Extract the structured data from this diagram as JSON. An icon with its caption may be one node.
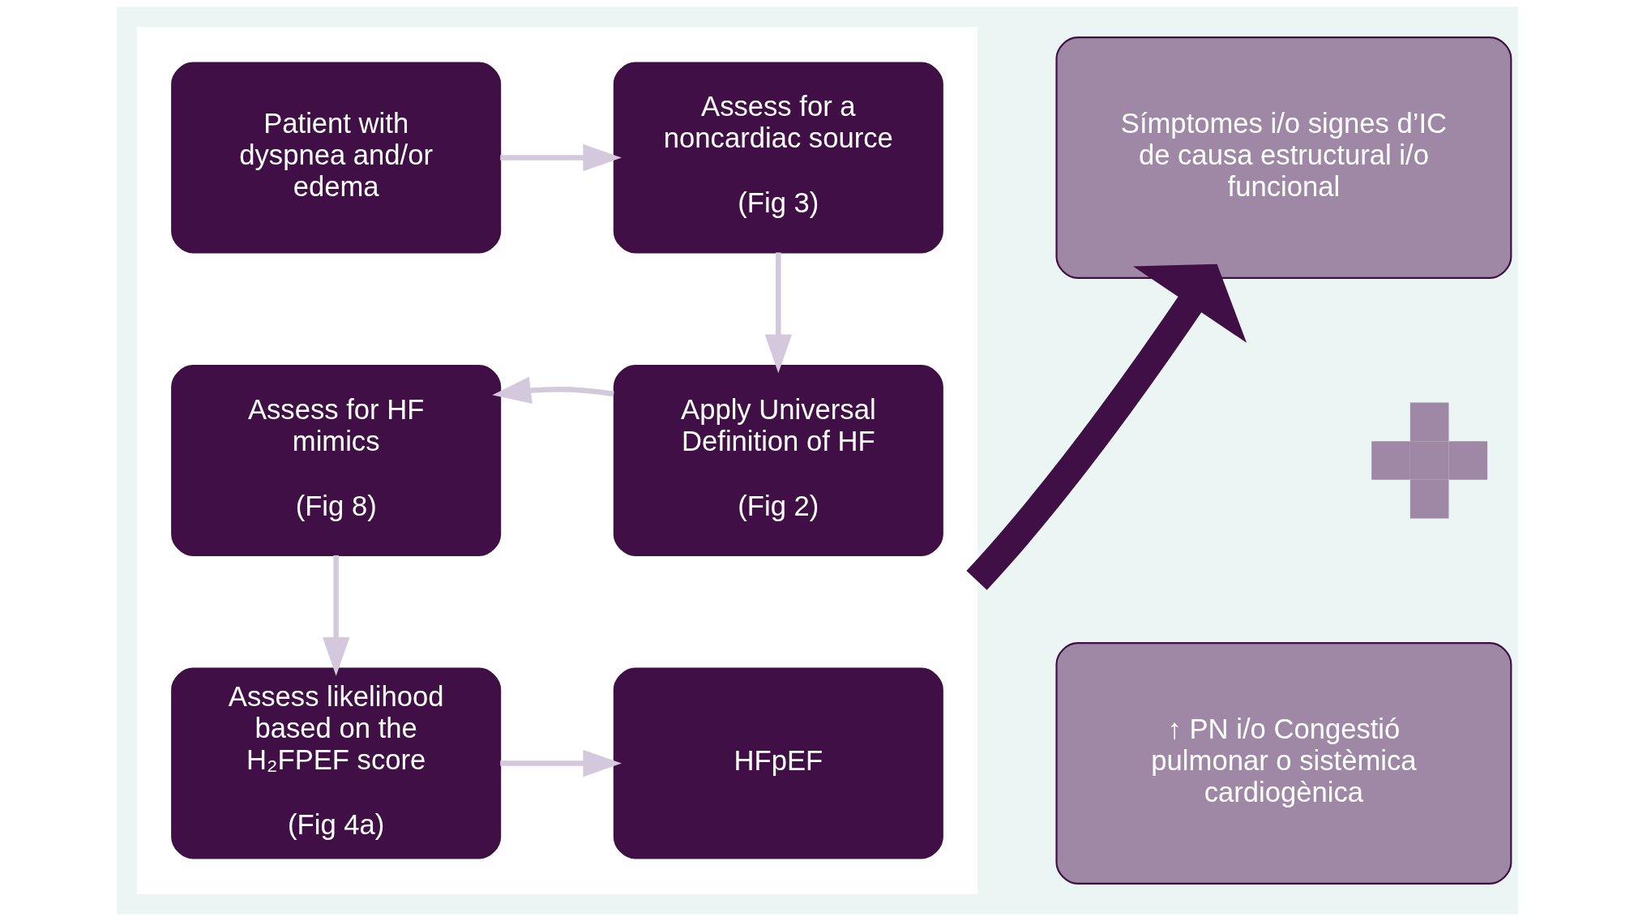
{
  "diagram": {
    "nodes": [
      {
        "text": [],
        "shape": "box"
      },
      {
        "text": [
          "Patient with dyspnea and/or edema"
        ],
        "in": 0
      },
      {
        "text": [
          "Assess for a noncardiac source",
          "(Fig 3)"
        ],
        "in": 0
      },
      {
        "text": [
          "Apply Universal Definition of HF",
          "(Fig 2)"
        ],
        "in": 0
      },
      {
        "text": [
          "Assess for HF mimics",
          "(Fig 8)"
        ],
        "in": 0
      },
      {
        "text": [
          "Assess likelihood based on the H₂FPEF score",
          "(Fig 4a)"
        ],
        "in": 0
      },
      {
        "text": [
          "HFpEF"
        ],
        "in": 0
      },
      {
        "text": [
          "Símptomes i/o signes d’IC de causa estructural i/o funcional"
        ]
      },
      {
        "text": [],
        "shape": "plus"
      },
      {
        "text": [
          "↑ PN i/o Congestió pulmonar o sistèmica cardiogènica"
        ]
      }
    ],
    "edges": [
      {
        "from": 1,
        "to": 2,
        "arrow": "to"
      },
      {
        "from": 2,
        "to": 3,
        "arrow": "to"
      },
      {
        "from": 3,
        "to": 4,
        "arrow": "to"
      },
      {
        "from": 4,
        "to": 5,
        "arrow": "to"
      },
      {
        "from": 5,
        "to": 6,
        "arrow": "to"
      },
      {
        "from": 0,
        "to": 7,
        "arrow": "to",
        "style": "thick",
        "color": "#3f0f45"
      }
    ]
  }
}
